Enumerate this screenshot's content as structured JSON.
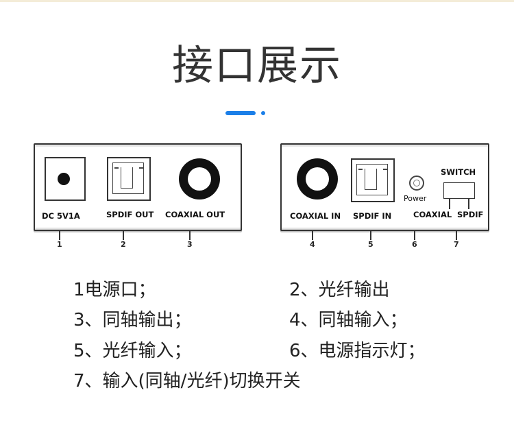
{
  "title": "接口展示",
  "colors": {
    "accent": "#1b7fe8",
    "text": "#333333",
    "panel_border": "#333333"
  },
  "panel_left": {
    "labels": {
      "dc": "DC 5V1A",
      "spdif_out": "SPDIF OUT",
      "coaxial_out": "COAXIAL OUT"
    },
    "callouts": [
      "1",
      "2",
      "3"
    ]
  },
  "panel_right": {
    "labels": {
      "coaxial_in": "COAXIAL IN",
      "spdif_in": "SPDIF IN",
      "power": "Power",
      "switch": "SWITCH",
      "coaxial": "COAXIAL",
      "spdif": "SPDIF"
    },
    "callouts": [
      "4",
      "5",
      "6",
      "7"
    ]
  },
  "legend": [
    "1电源口；",
    "2、光纤输出",
    "3、同轴输出；",
    "4、同轴输入；",
    "5、光纤输入；",
    "6、电源指示灯；",
    "7、输入(同轴/光纤)切换开关"
  ]
}
